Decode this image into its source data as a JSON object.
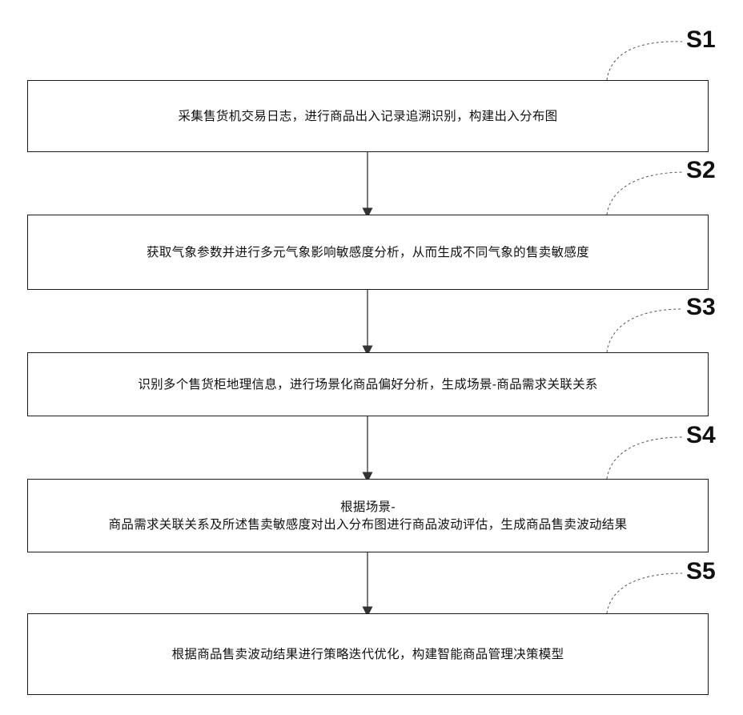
{
  "steps": [
    {
      "id": "S1",
      "text": "采集售货机交易日志，进行商品出入记录追溯识别，构建出入分布图"
    },
    {
      "id": "S2",
      "text": "获取气象参数并进行多元气象影响敏感度分析，从而生成不同气象的售卖敏感度"
    },
    {
      "id": "S3",
      "text": "识别多个售货柜地理信息，进行场景化商品偏好分析，生成场景-商品需求关联关系"
    },
    {
      "id": "S4",
      "text": "根据场景-\n商品需求关联关系及所述售卖敏感度对出入分布图进行商品波动评估，生成商品售卖波动结果"
    },
    {
      "id": "S5",
      "text": "根据商品售卖波动结果进行策略迭代优化，构建智能商品管理决策模型"
    }
  ]
}
